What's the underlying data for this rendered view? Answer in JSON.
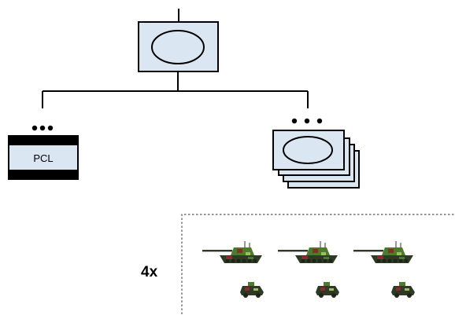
{
  "diagram": {
    "supply_element_label": "PCL",
    "multiplier_label": "4x",
    "colors": {
      "unit_fill": "#dbe6f3",
      "line": "#000000",
      "tank_dark": "#2f3a26",
      "tank_green": "#4f7a2e",
      "tank_red": "#8a2c2c",
      "tank_light": "#9fbf5a"
    },
    "icons": {
      "tank": "tank-icon",
      "vehicle": "armored-vehicle-icon"
    },
    "tank_count": 3,
    "vehicle_count": 3
  }
}
